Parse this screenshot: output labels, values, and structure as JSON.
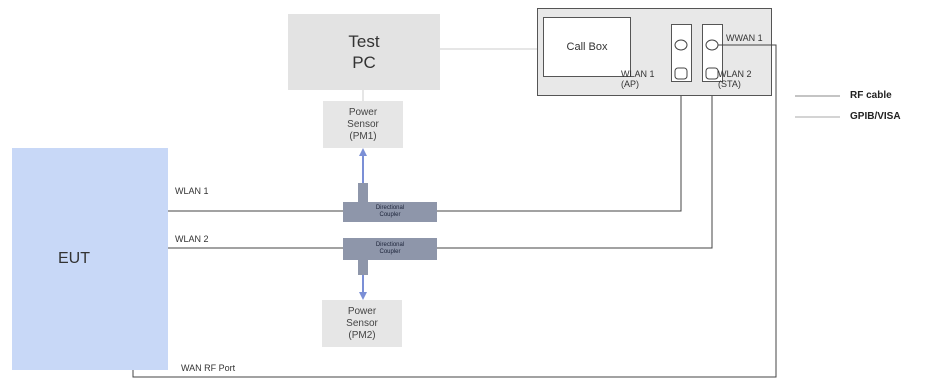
{
  "nodes": {
    "test_pc": "Test\nPC",
    "call_box": "Call Box",
    "power_sensor_1": "Power\nSensor\n(PM1)",
    "power_sensor_2": "Power\nSensor\n(PM2)",
    "eut": "EUT",
    "coupler_1": "Directional\nCoupler",
    "coupler_2": "Directional\nCoupler"
  },
  "ports": {
    "wlan1_ap": "WLAN 1\n(AP)",
    "wlan2_sta": "WLAN 2\n(STA)",
    "wwan1": "WWAN 1"
  },
  "connections": {
    "wlan1": "WLAN 1",
    "wlan2": "WLAN 2",
    "wan_rf_port": "WAN RF Port"
  },
  "legend": {
    "rf_cable": "RF cable",
    "gpib_visa": "GPIB/VISA"
  },
  "colors": {
    "eut_fill": "#c8d8f7",
    "coupler_fill": "#8e96aa",
    "box_fill": "#e3e3e3",
    "gpib_line": "#7b8fd6",
    "rf_line": "#444444"
  }
}
